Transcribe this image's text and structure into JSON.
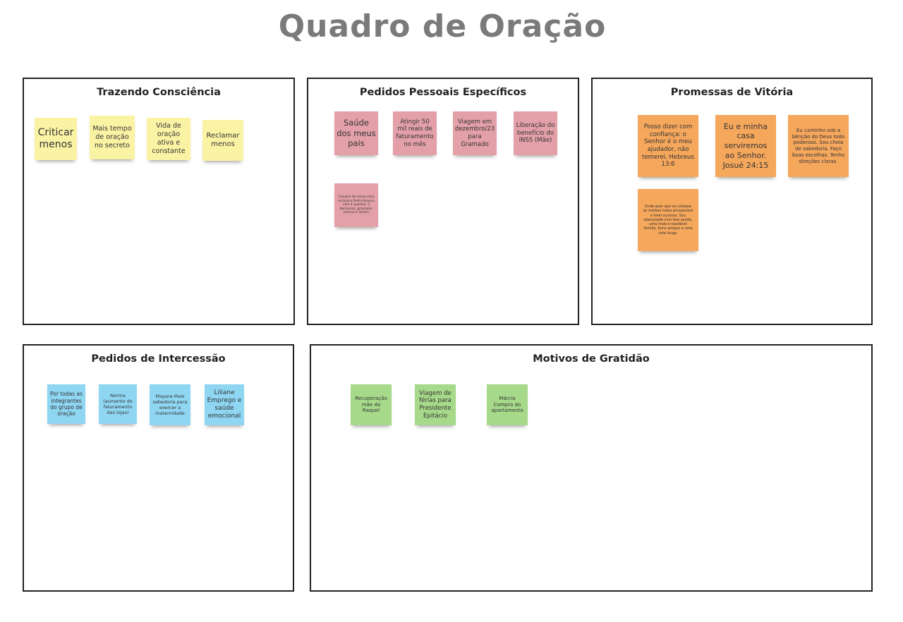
{
  "title": "Quadro de Oração",
  "colors": {
    "yellow": "#fbf3a4",
    "pink": "#e3a0a8",
    "orange": "#f5a75c",
    "blue": "#8fd6f2",
    "green": "#a6d98a"
  },
  "frames": [
    {
      "title": "Trazendo Consciência",
      "notes": [
        "Criticar menos",
        "Mais tempo de oração no secreto",
        "Vida de oração ativa e constante",
        "Reclamar menos"
      ]
    },
    {
      "title": "Pedidos Pessoais Específicos",
      "notes": [
        "Saúde dos meus pais",
        "Atingir 50 mil reais de faturamento no mês",
        "Viagem em dezembro/23 para Gramado",
        "Liberação do benefício do INSS (Mãe)",
        "Compra da nossa casa no bairro Pedra Branca com 4 quartos, 5 banheiros, gramado, piscina e lareira"
      ]
    },
    {
      "title": "Promessas de Vitória",
      "notes": [
        "Posso dizer com confiança: o Senhor é o meu ajudador, não temerei. Hebreus 13:6",
        "Eu e minha casa serviremos ao Senhor. Josué 24:15",
        "Eu caminho sob a bênção do Deus todo poderoso. Sou cheia de sabedoria. Faço boas escolhas. Tenho direções claras.",
        "Onde quer que eu coloque as minhas mãos prosperarei e terei sucesso. Sou abençoada com boa saúde, uma linda e saudável família, bons amigos e uma vida longa."
      ]
    },
    {
      "title": "Pedidos de Intercessão",
      "notes": [
        "Por todas as integrantes do grupo de oração",
        "Norma (aumento do faturamento das lojas)",
        "Mayara Mais sabedoria para exercer a maternidade",
        "Liliane Emprego e saúde emocional"
      ]
    },
    {
      "title": "Motivos de Gratidão",
      "notes": [
        "Recuperação mãe da Raquel",
        "Viagem de férias para Presidente Epitácio",
        "Márcia Compra do apartamento"
      ]
    }
  ]
}
